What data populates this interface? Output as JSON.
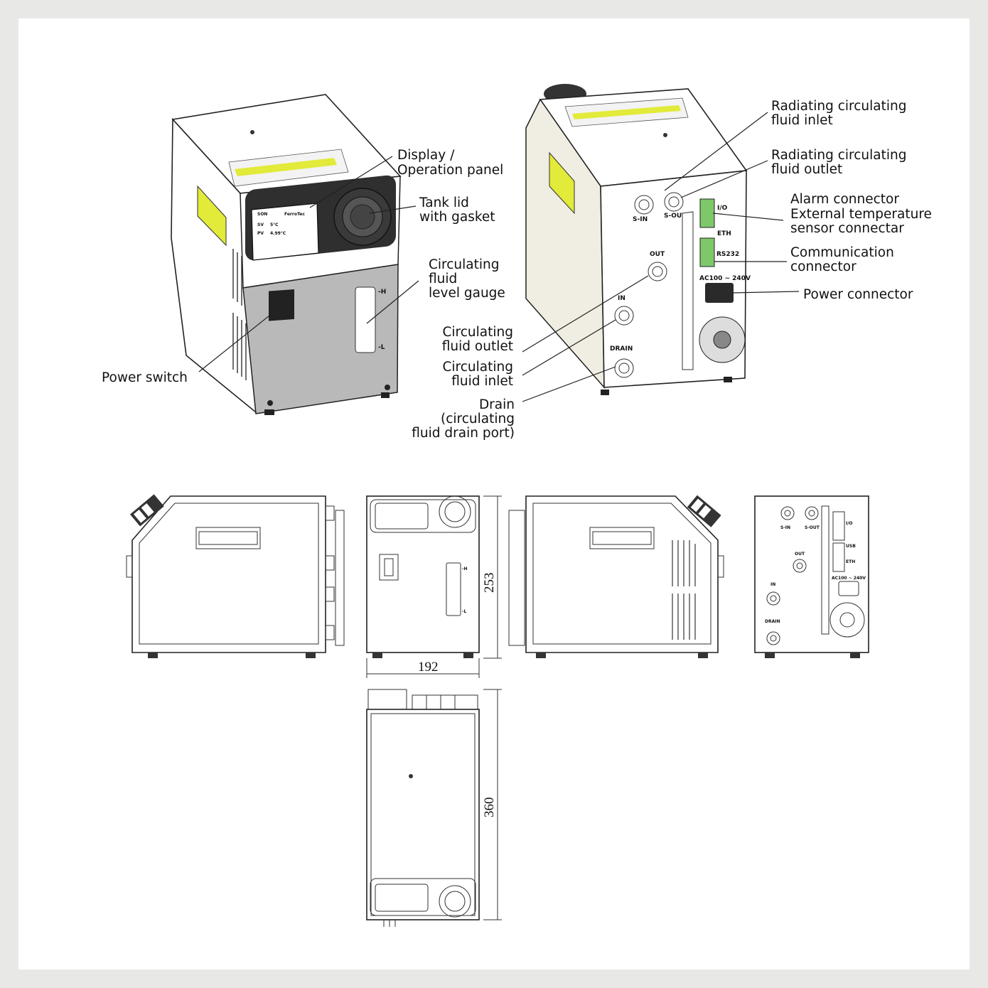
{
  "front_view": {
    "brand": "FerroTec",
    "gauge_high": "-H",
    "gauge_low": "-L",
    "screen_lines": [
      "SON",
      "SV",
      "PV",
      "5°C",
      "4.99°C"
    ],
    "labels": {
      "display_1": "Display /",
      "display_2": "Operation panel",
      "tank_1": "Tank lid",
      "tank_2": "with gasket",
      "gauge_1": "Circulating",
      "gauge_2": "fluid",
      "gauge_3": "level gauge",
      "power_switch": "Power switch"
    }
  },
  "rear_view": {
    "ports": {
      "s_in": "S-IN",
      "s_out": "S-OUT",
      "out": "OUT",
      "in": "IN",
      "drain": "DRAIN"
    },
    "panel": {
      "io": "I/O",
      "eth": "ETH",
      "rs232": "RS232",
      "ac": "AC100 ~ 240V"
    },
    "labels": {
      "rad_inlet_1": "Radiating circulating",
      "rad_inlet_2": "fluid inlet",
      "rad_outlet_1": "Radiating circulating",
      "rad_outlet_2": "fluid outlet",
      "alarm_1": "Alarm connector",
      "alarm_2": "External temperature",
      "alarm_3": "sensor connectar",
      "comm_1": "Communication",
      "comm_2": "connector",
      "power_connector": "Power connector",
      "out_1": "Circulating",
      "out_2": "fluid outlet",
      "in_1": "Circulating",
      "in_2": "fluid inlet",
      "drain_1": "Drain",
      "drain_2": "(circulating",
      "drain_3": "fluid drain port)"
    }
  },
  "orthographic": {
    "front": {
      "high": "-H",
      "low": "-L"
    },
    "rear": {
      "s_in": "S-IN",
      "s_out": "S-OUT",
      "io": "I/O",
      "usb": "USB",
      "eth": "ETH",
      "out": "OUT",
      "in": "IN",
      "drain": "DRAIN",
      "ac": "AC100 ~ 240V"
    },
    "dims": {
      "height": "253",
      "width": "192",
      "depth": "360"
    }
  },
  "colors": {
    "accent_yellow": "#e2ea3a",
    "panel_gray": "#b9b9b9",
    "side_beige": "#f0eee2",
    "screen_black": "#2a2a2a"
  }
}
